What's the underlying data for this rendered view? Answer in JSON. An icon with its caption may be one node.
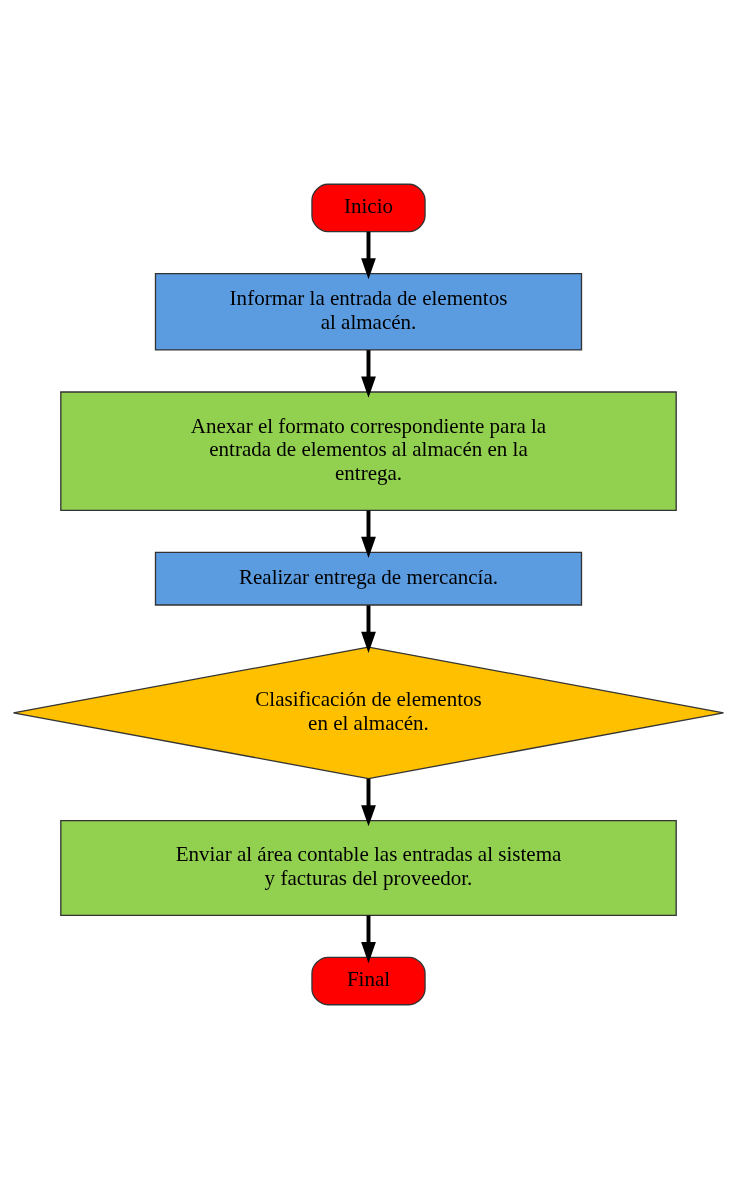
{
  "diagram": {
    "nodes": [
      {
        "text": [
          "Inicio"
        ]
      },
      {
        "text": [
          "Informar la entrada de elementos al almacén."
        ]
      },
      {
        "text": [
          "Anexar el formato correspondiente para la entrada de elementos al almacén en la entrega."
        ]
      },
      {
        "text": [
          "Realizar entrega de mercancía."
        ]
      },
      {
        "text": [
          "Clasificación de elementos en el almacén."
        ]
      },
      {
        "text": [
          "Enviar al área contable las entradas al sistema y facturas del proveedor."
        ]
      },
      {
        "text": [
          "Final"
        ]
      }
    ],
    "edges": [
      {
        "from": 0,
        "to": 1,
        "arrow": "to"
      },
      {
        "from": 1,
        "to": 2,
        "arrow": "to"
      },
      {
        "from": 2,
        "to": 3,
        "arrow": "to"
      },
      {
        "from": 3,
        "to": 4,
        "arrow": "to"
      },
      {
        "from": 4,
        "to": 5,
        "arrow": "to"
      },
      {
        "from": 5,
        "to": 6,
        "arrow": "to"
      }
    ]
  }
}
